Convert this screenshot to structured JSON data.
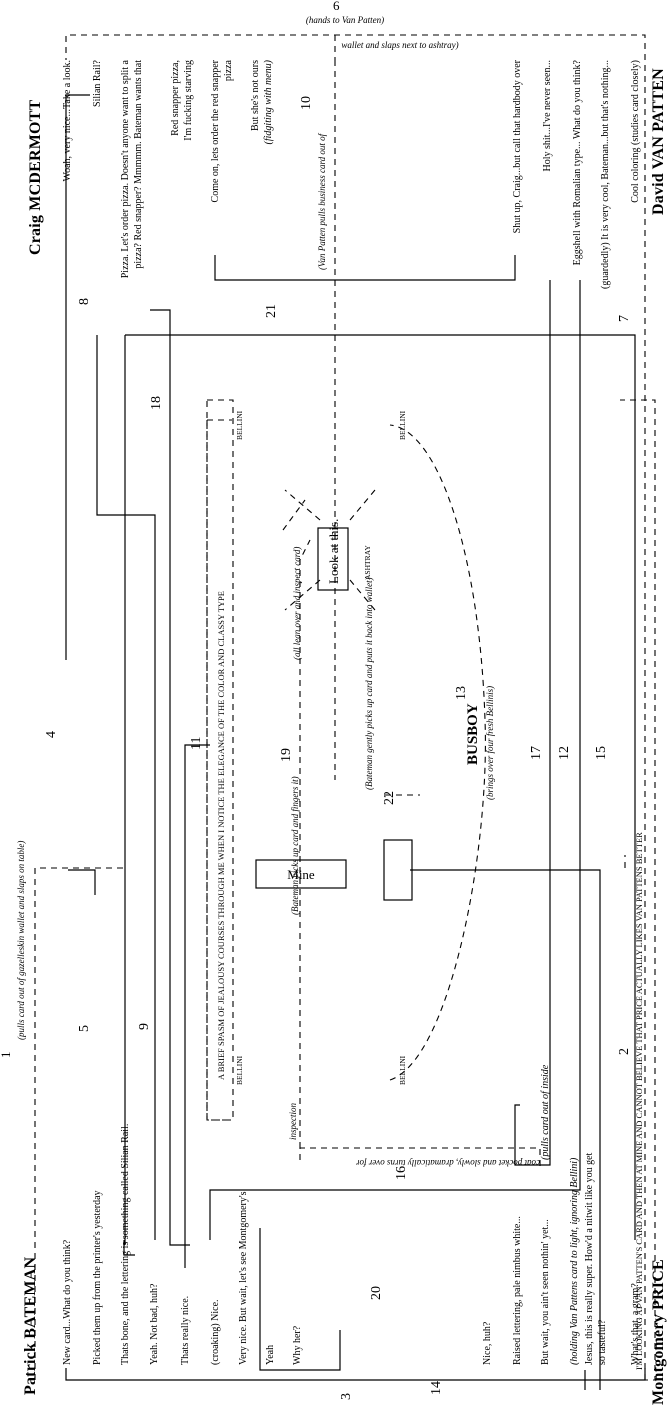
{
  "characters": {
    "bateman": "Patrick BATEMAN",
    "mcdermott": "Craig MCDERMOTT",
    "price": "Montgomery PRICE",
    "vanpatten": "David VAN PATTEN",
    "busboy": "BUSBOY"
  },
  "bateman_lines": [
    "New card...What do you think?",
    "Picked them up from the printer's yesterday",
    "Thats bone, and the lettering is something called Silian Rail.",
    "Yeah. Not bad, huh?",
    "Thats really nice.",
    "(croaking) Nice.",
    "Very nice. But wait, let's see Montgomery's"
  ],
  "price_lines": [
    "Yeah",
    "Why her?",
    "Nice, huh?",
    "Raised lettering, pale nimbus white...",
    "But wait, you ain't seen nothin' yet...",
    "(pulls card out of inside",
    "(holding Van Pattens card to light, ignoring Bellini)",
    "Jesus, this is really super. How'd a nitwit like you get",
    "so tasteful?",
    "What's that, a gram?"
  ],
  "mcdermott_lines": [
    "Woah, very nice...Take a look.",
    "Silian Rail?",
    "Pizza. Let's order pizza. Doesn't anyone want to split a",
    "pizza? Red snapper? Mmmmm. Bateman wants that",
    "Red snapper pizza,",
    "I'm fucking starving",
    "Come on, lets order the red snapper",
    "pizza",
    "But she's not ours",
    "(fidgiting with menu)"
  ],
  "vanpatten_lines": [
    "Shut up, Craig...but call that hardbody over",
    "Holy shit...I've never seen...",
    "Eggshell with Romalian type... What do you think?",
    "(guardedly) It is very cool, Bateman...but that's nothing...",
    "Cool coloring (studies card closely)"
  ],
  "stage": {
    "pulls_bateman": "(pulls card out of gazelleskin wallet and slaps on table)",
    "hands_to_vp": "(hands to Van Patten)",
    "vp_pulls_1": "wallet and slaps next to ashtray)",
    "vp_pulls_2": "(Van Patten pulls business card out of",
    "coat_pocket": "coat pocket and slowly, dramatically turns over for",
    "inspection": "inspection",
    "bateman_picks": "(Bateman picks up card and fingers it)",
    "all_lean": "(all lean over and inspect card)",
    "bateman_gently": "(Bateman gently picks up card and puts it back into wallet)",
    "brings_bellinis": "(brings over four fresh Bellinis)",
    "spasm": "A BRIEF SPASM OF JEALOUSY COURSES THROUGH ME WHEN I NOTICE THE ELEGANCE OF THE COLOR AND CLASSY TYPE",
    "looking": "I'M LOOKING AT VAN PATTEN'S CARD AND THEN AT MINE AND CANNOT BELIEVE THAT PRICE ACTUALLY LIKES VAN PATTENS BETTER"
  },
  "table": {
    "bellini": "BELLINI",
    "ashtray": "ASHTRAY",
    "mine": "Mine",
    "look": "Look at this."
  },
  "numbers": [
    "1",
    "2",
    "3",
    "4",
    "5",
    "6",
    "7",
    "8",
    "9",
    "10",
    "11",
    "12",
    "13",
    "14",
    "15",
    "16",
    "17",
    "18",
    "19",
    "20",
    "21",
    "22"
  ]
}
